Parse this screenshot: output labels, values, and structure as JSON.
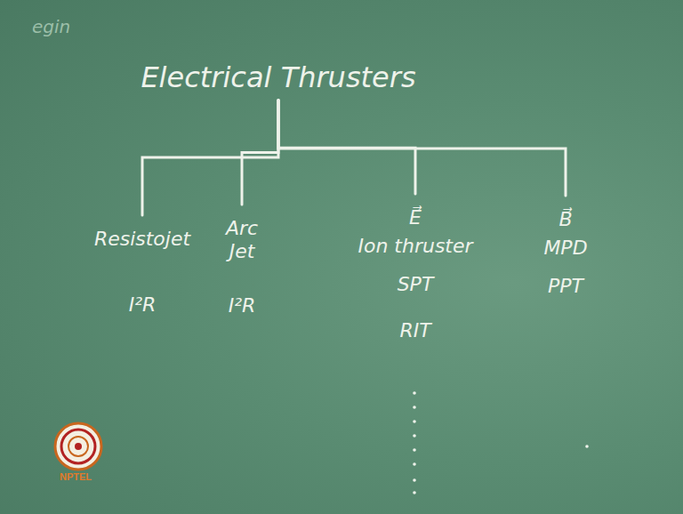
{
  "diagram": {
    "nodes": [
      {
        "text": [
          "Electrical Thrusters"
        ]
      },
      {
        "text": [
          "Resistojet",
          "I²R"
        ]
      },
      {
        "text": [
          "Arc Jet",
          "I²R"
        ]
      },
      {
        "text": [
          "E⃗",
          "Ion thruster",
          "SPT",
          "RIT"
        ]
      },
      {
        "text": [
          "B⃗",
          "MPD",
          "PPT"
        ]
      }
    ],
    "edges": [
      {
        "from": 0,
        "to": 1,
        "arrow": "none"
      },
      {
        "from": 0,
        "to": 2,
        "arrow": "none"
      },
      {
        "from": 0,
        "to": 3,
        "arrow": "none"
      },
      {
        "from": 0,
        "to": 4,
        "arrow": "none"
      }
    ],
    "labels": [
      "egin",
      "NPTEL"
    ]
  }
}
